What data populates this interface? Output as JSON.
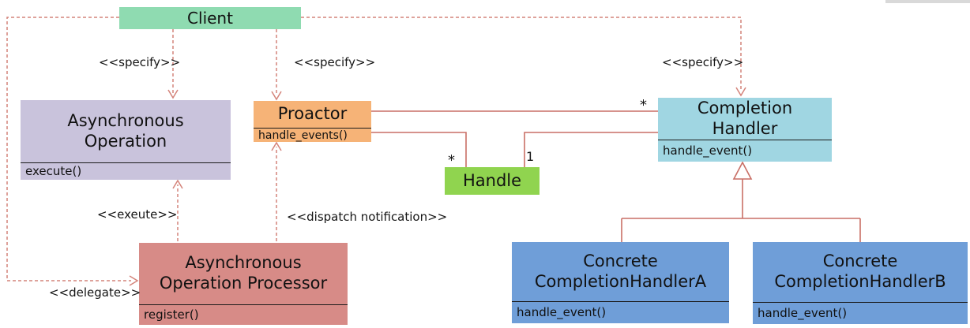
{
  "diagram": {
    "kind": "uml-class-diagram",
    "pattern": "Proactor",
    "classes": [
      {
        "id": "client",
        "name": "Client"
      },
      {
        "id": "asynchronous-operation",
        "name": "Asynchronous\nOperation",
        "method": "execute()"
      },
      {
        "id": "proactor",
        "name": "Proactor",
        "method": "handle_events()"
      },
      {
        "id": "completion-handler",
        "name": "Completion\nHandler",
        "method": "handle_event()"
      },
      {
        "id": "handle",
        "name": "Handle"
      },
      {
        "id": "asynchronous-operation-processor",
        "name": "Asynchronous\nOperation Processor",
        "method": "register()"
      },
      {
        "id": "concrete-completion-handler-a",
        "name": "Concrete\nCompletionHandlerA",
        "method": "handle_event()"
      },
      {
        "id": "concrete-completion-handler-b",
        "name": "Concrete\nCompletionHandlerB",
        "method": "handle_event()"
      }
    ],
    "labels": {
      "specify_left": "<<specify>>",
      "specify_middle": "<<specify>>",
      "specify_right": "<<specify>>",
      "execute": "<<exeute>>",
      "dispatch_notification": "<<dispatch notification>>",
      "delegate": "<<delegate>>",
      "mult_completion_handler": "*",
      "mult_handle_star": "*",
      "mult_handle_one": "1"
    },
    "colors": {
      "client": "#8fdbb1",
      "asynchronous_operation": "#c9c3dc",
      "proactor": "#f6b377",
      "completion_handler": "#a0d6e2",
      "handle": "#90d44f",
      "asynchronous_operation_processor": "#d78b87",
      "concrete_handlers": "#6f9ed8",
      "solid_line": "#c96f66",
      "dashed_line": "#d4837a",
      "separator": "#1a1a1a"
    }
  }
}
